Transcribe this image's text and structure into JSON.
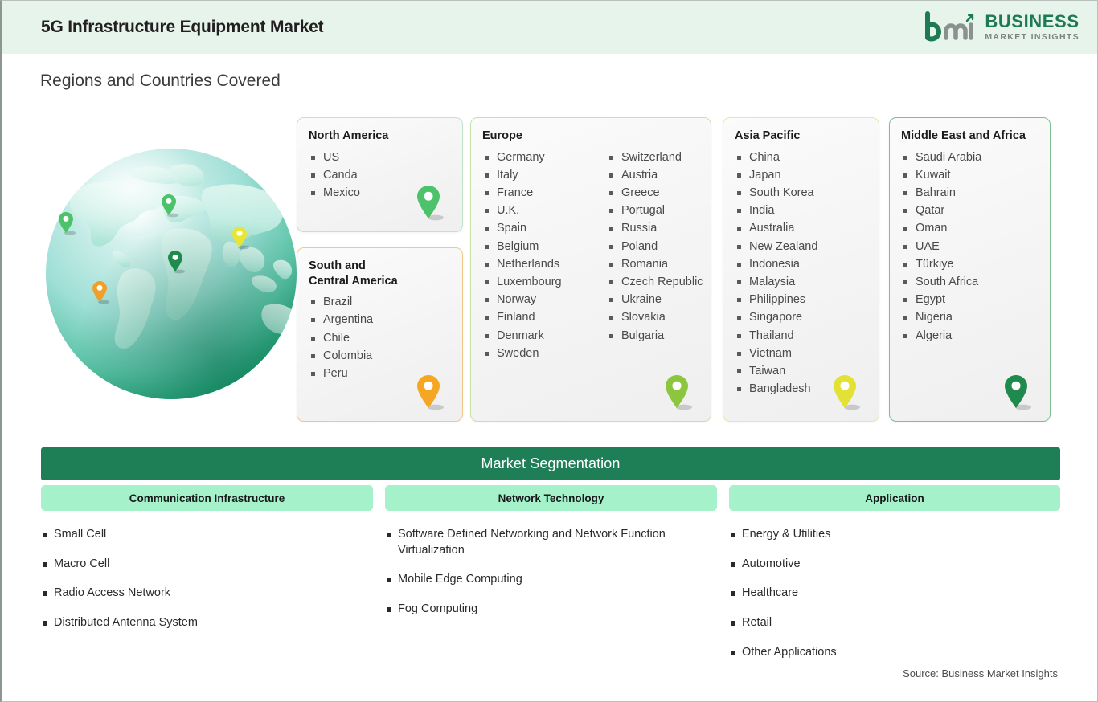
{
  "header": {
    "title": "5G Infrastructure Equipment Market",
    "logo": {
      "mark": "bmi-logo-icon",
      "business": "BUSINESS",
      "subtitle": "MARKET INSIGHTS"
    },
    "background_color": "#e6f4ec",
    "brand_green": "#1d7a52"
  },
  "section": {
    "title": "Regions and Countries Covered"
  },
  "globe": {
    "name": "world-globe-illustration",
    "pin_colors": [
      "#4cc36a",
      "#4cc36a",
      "#1f8a4d",
      "#e8e630",
      "#f0a02a"
    ]
  },
  "regions": [
    {
      "id": "north-america",
      "title": "North America",
      "border_color": "#bfe3cf",
      "pin_color": "#4cc36a",
      "columns": [
        [
          "US",
          "Canda",
          "Mexico"
        ]
      ]
    },
    {
      "id": "south-and-central-america",
      "title": "South and\nCentral America",
      "title_line1": "South and",
      "title_line2": "Central America",
      "border_color": "#f0c98a",
      "pin_color": "#f5a623",
      "columns": [
        [
          "Brazil",
          "Argentina",
          "Chile",
          "Colombia",
          "Peru"
        ]
      ]
    },
    {
      "id": "europe",
      "title": "Europe",
      "border_color": "#c6e3a6",
      "pin_color": "#8cc63f",
      "columns": [
        [
          "Germany",
          "Italy",
          "France",
          "U.K.",
          "Spain",
          "Belgium",
          "Netherlands",
          "Luxembourg",
          "Norway",
          "Finland",
          "Denmark",
          "Sweden"
        ],
        [
          "Switzerland",
          "Austria",
          "Greece",
          "Portugal",
          "Russia",
          "Poland",
          "Romania",
          "Czech Republic",
          "Ukraine",
          "Slovakia",
          "Bulgaria"
        ]
      ]
    },
    {
      "id": "asia-pacific",
      "title": "Asia Pacific",
      "border_color": "#efe59b",
      "pin_color": "#e2e234",
      "columns": [
        [
          "China",
          "Japan",
          "South Korea",
          "India",
          "Australia",
          "New Zealand",
          "Indonesia",
          "Malaysia",
          "Philippines",
          "Singapore",
          "Thailand",
          "Vietnam",
          "Taiwan",
          "Bangladesh"
        ]
      ]
    },
    {
      "id": "middle-east-and-africa",
      "title": "Middle East and Africa",
      "border_color": "#7bbf93",
      "pin_color": "#1f8a4d",
      "columns": [
        [
          "Saudi Arabia",
          "Kuwait",
          "Bahrain",
          "Qatar",
          "Oman",
          "UAE",
          "Türkiye",
          "South Africa",
          "Egypt",
          "Nigeria",
          "Algeria"
        ]
      ]
    }
  ],
  "segmentation": {
    "title": "Market Segmentation",
    "title_bar_color": "#1e7f56",
    "header_color": "#a5f2ca",
    "categories": [
      {
        "label": "Communication Infrastructure",
        "items": [
          "Small Cell",
          "Macro Cell",
          "Radio Access Network",
          "Distributed Antenna System"
        ]
      },
      {
        "label": "Network Technology",
        "items": [
          "Software Defined Networking and Network Function Virtualization",
          "Mobile Edge Computing",
          "Fog Computing"
        ]
      },
      {
        "label": "Application",
        "items": [
          "Energy & Utilities",
          "Automotive",
          "Healthcare",
          "Retail",
          "Other Applications"
        ]
      }
    ]
  },
  "footer": {
    "source": "Source: Business Market Insights"
  }
}
